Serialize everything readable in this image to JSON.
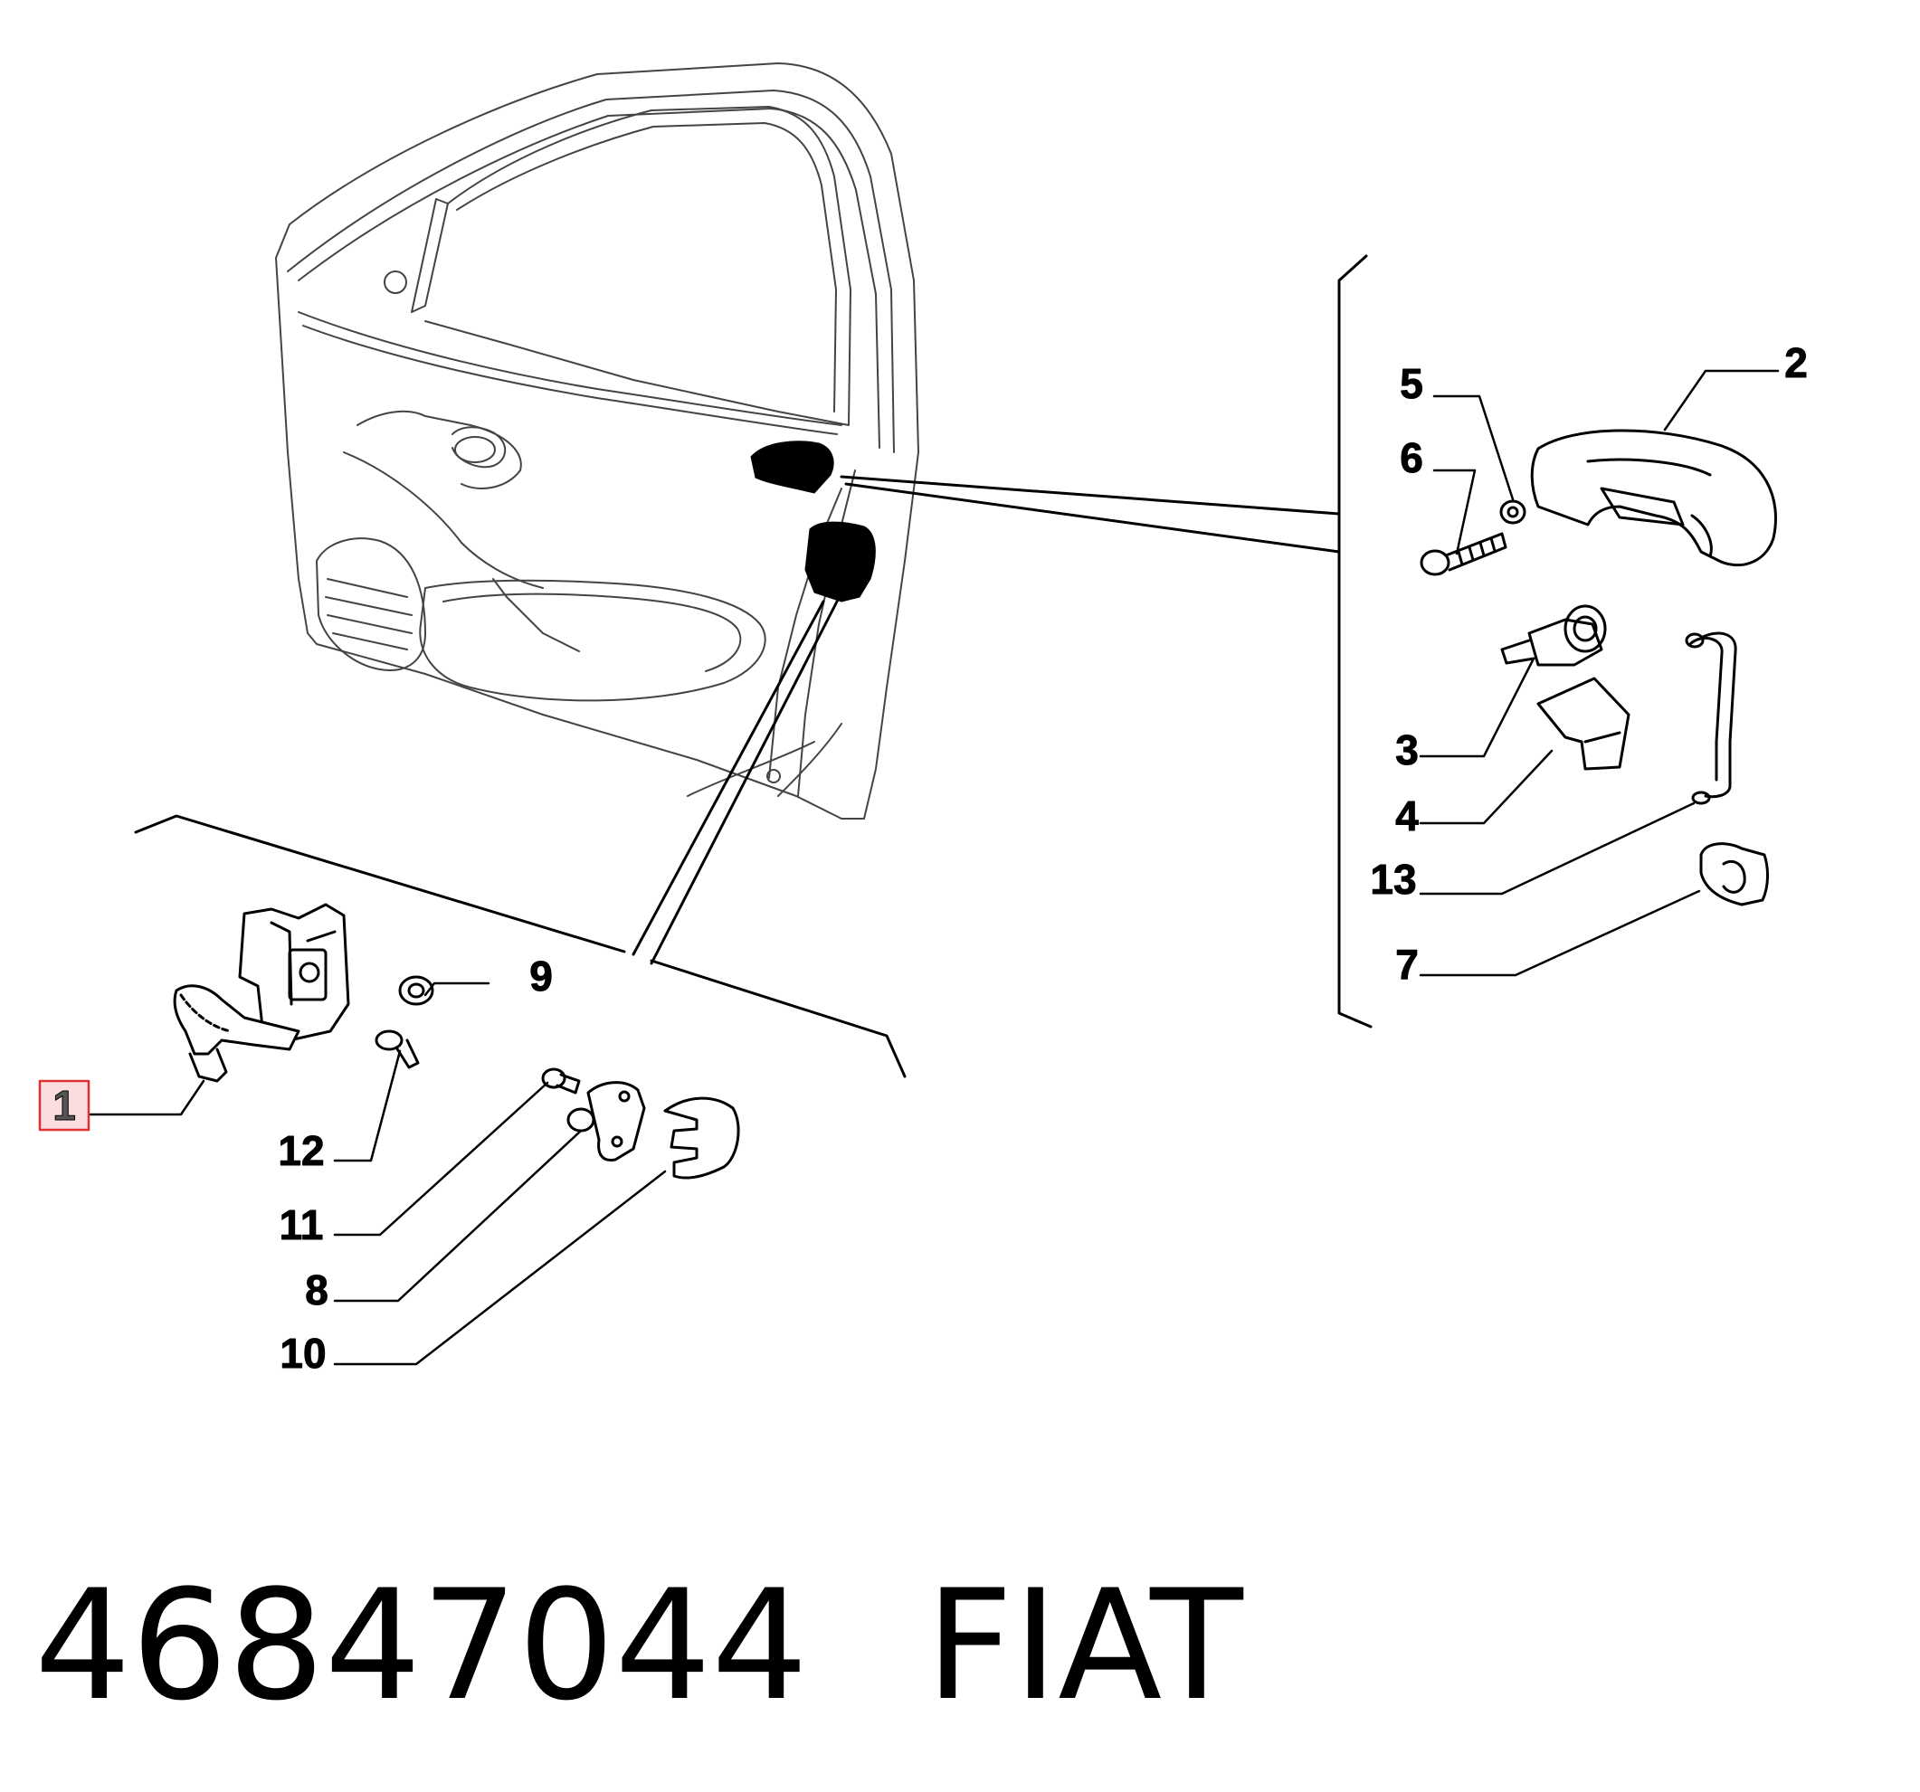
{
  "callouts": {
    "c1": "1",
    "c2": "2",
    "c3": "3",
    "c4": "4",
    "c5": "5",
    "c6": "6",
    "c7": "7",
    "c8": "8",
    "c9": "9",
    "c10": "10",
    "c11": "11",
    "c12": "12",
    "c13": "13"
  },
  "highlighted_callout": "1",
  "highlight_color": "#e03030",
  "highlight_fill": "#fbdde0",
  "caption": {
    "part_number": "46847044",
    "brand": "FIAT"
  }
}
